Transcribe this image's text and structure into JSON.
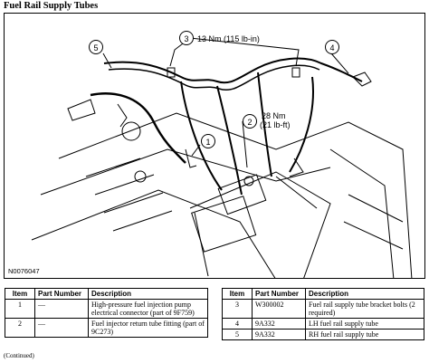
{
  "title": "Fuel Rail Supply Tubes",
  "figure": {
    "id": "N0076047",
    "callouts": [
      "1",
      "2",
      "3",
      "4",
      "5"
    ],
    "torque_3": "13 Nm (115 lb-in)",
    "torque_2_line1": "28 Nm",
    "torque_2_line2": "(21 lb-ft)"
  },
  "table_left": {
    "headers": [
      "Item",
      "Part Number",
      "Description"
    ],
    "rows": [
      {
        "item": "1",
        "part": "—",
        "desc": "High-pressure fuel injection pump electrical connector (part of 9F759)"
      },
      {
        "item": "2",
        "part": "—",
        "desc": "Fuel injector return tube fitting (part of 9C273)"
      }
    ]
  },
  "table_right": {
    "headers": [
      "Item",
      "Part Number",
      "Description"
    ],
    "rows": [
      {
        "item": "3",
        "part": "W300002",
        "desc": "Fuel rail supply tube bracket bolts (2 required)"
      },
      {
        "item": "4",
        "part": "9A332",
        "desc": "LH fuel rail supply tube"
      },
      {
        "item": "5",
        "part": "9A332",
        "desc": "RH fuel rail supply tube"
      }
    ]
  },
  "continued": "(Continued)"
}
